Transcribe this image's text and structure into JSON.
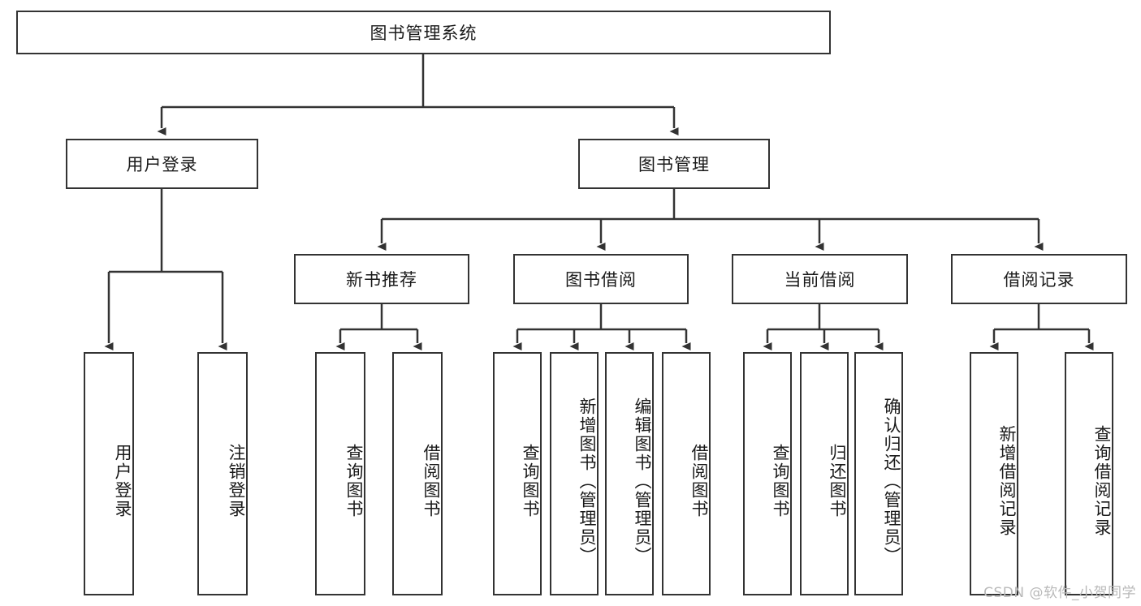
{
  "diagram": {
    "title": "图书管理系统",
    "watermark": "CSDN @软件_小贺同学",
    "colors": {
      "border": "#333333",
      "fill": "#ffffff",
      "line": "#333333",
      "watermark": "#b9b9b9"
    },
    "root": {
      "label": "图书管理系统"
    },
    "level2": [
      {
        "label": "用户登录"
      },
      {
        "label": "图书管理"
      }
    ],
    "level3": [
      {
        "label": "新书推荐"
      },
      {
        "label": "图书借阅"
      },
      {
        "label": "当前借阅"
      },
      {
        "label": "借阅记录"
      }
    ],
    "leaves": {
      "user_login": [
        {
          "label": "用户登录"
        },
        {
          "label": "注销登录"
        }
      ],
      "new_book": [
        {
          "label": "查询图书"
        },
        {
          "label": "借阅图书"
        }
      ],
      "book_borrow": [
        {
          "label": "查询图书"
        },
        {
          "label": "新增图书（管理员）"
        },
        {
          "label": "编辑图书（管理员）"
        },
        {
          "label": "借阅图书"
        }
      ],
      "current_borrow": [
        {
          "label": "查询图书"
        },
        {
          "label": "归还图书"
        },
        {
          "label": "确认归还（管理员）"
        }
      ],
      "borrow_record": [
        {
          "label": "新增借阅记录"
        },
        {
          "label": "查询借阅记录"
        }
      ]
    }
  }
}
